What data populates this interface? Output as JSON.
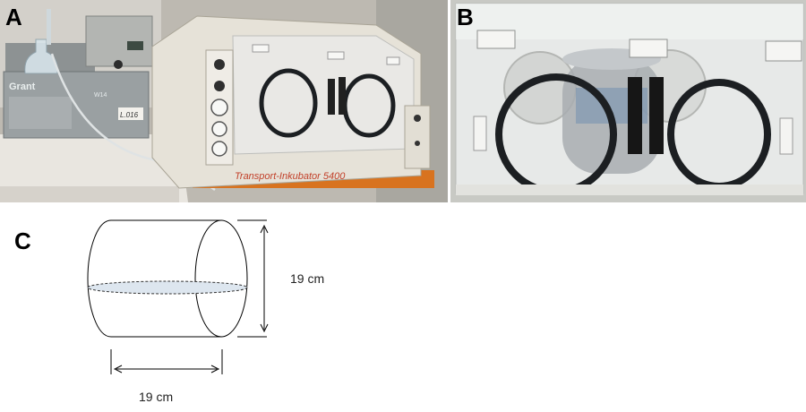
{
  "panels": {
    "a": {
      "label": "A"
    },
    "b": {
      "label": "B"
    },
    "c": {
      "label": "C"
    }
  },
  "photo_a": {
    "water_bath_brand": "Grant",
    "water_bath_model": "W14",
    "handwritten_tag": "L.016",
    "incubator_name": "Transport-Inkubator 5400"
  },
  "diagram": {
    "height_label": "19 cm",
    "length_label": "19 cm"
  },
  "colors": {
    "ellipse_fill": "#dde6ef",
    "incubator_orange": "#d8731f",
    "ring_color": "#1c1f22"
  }
}
